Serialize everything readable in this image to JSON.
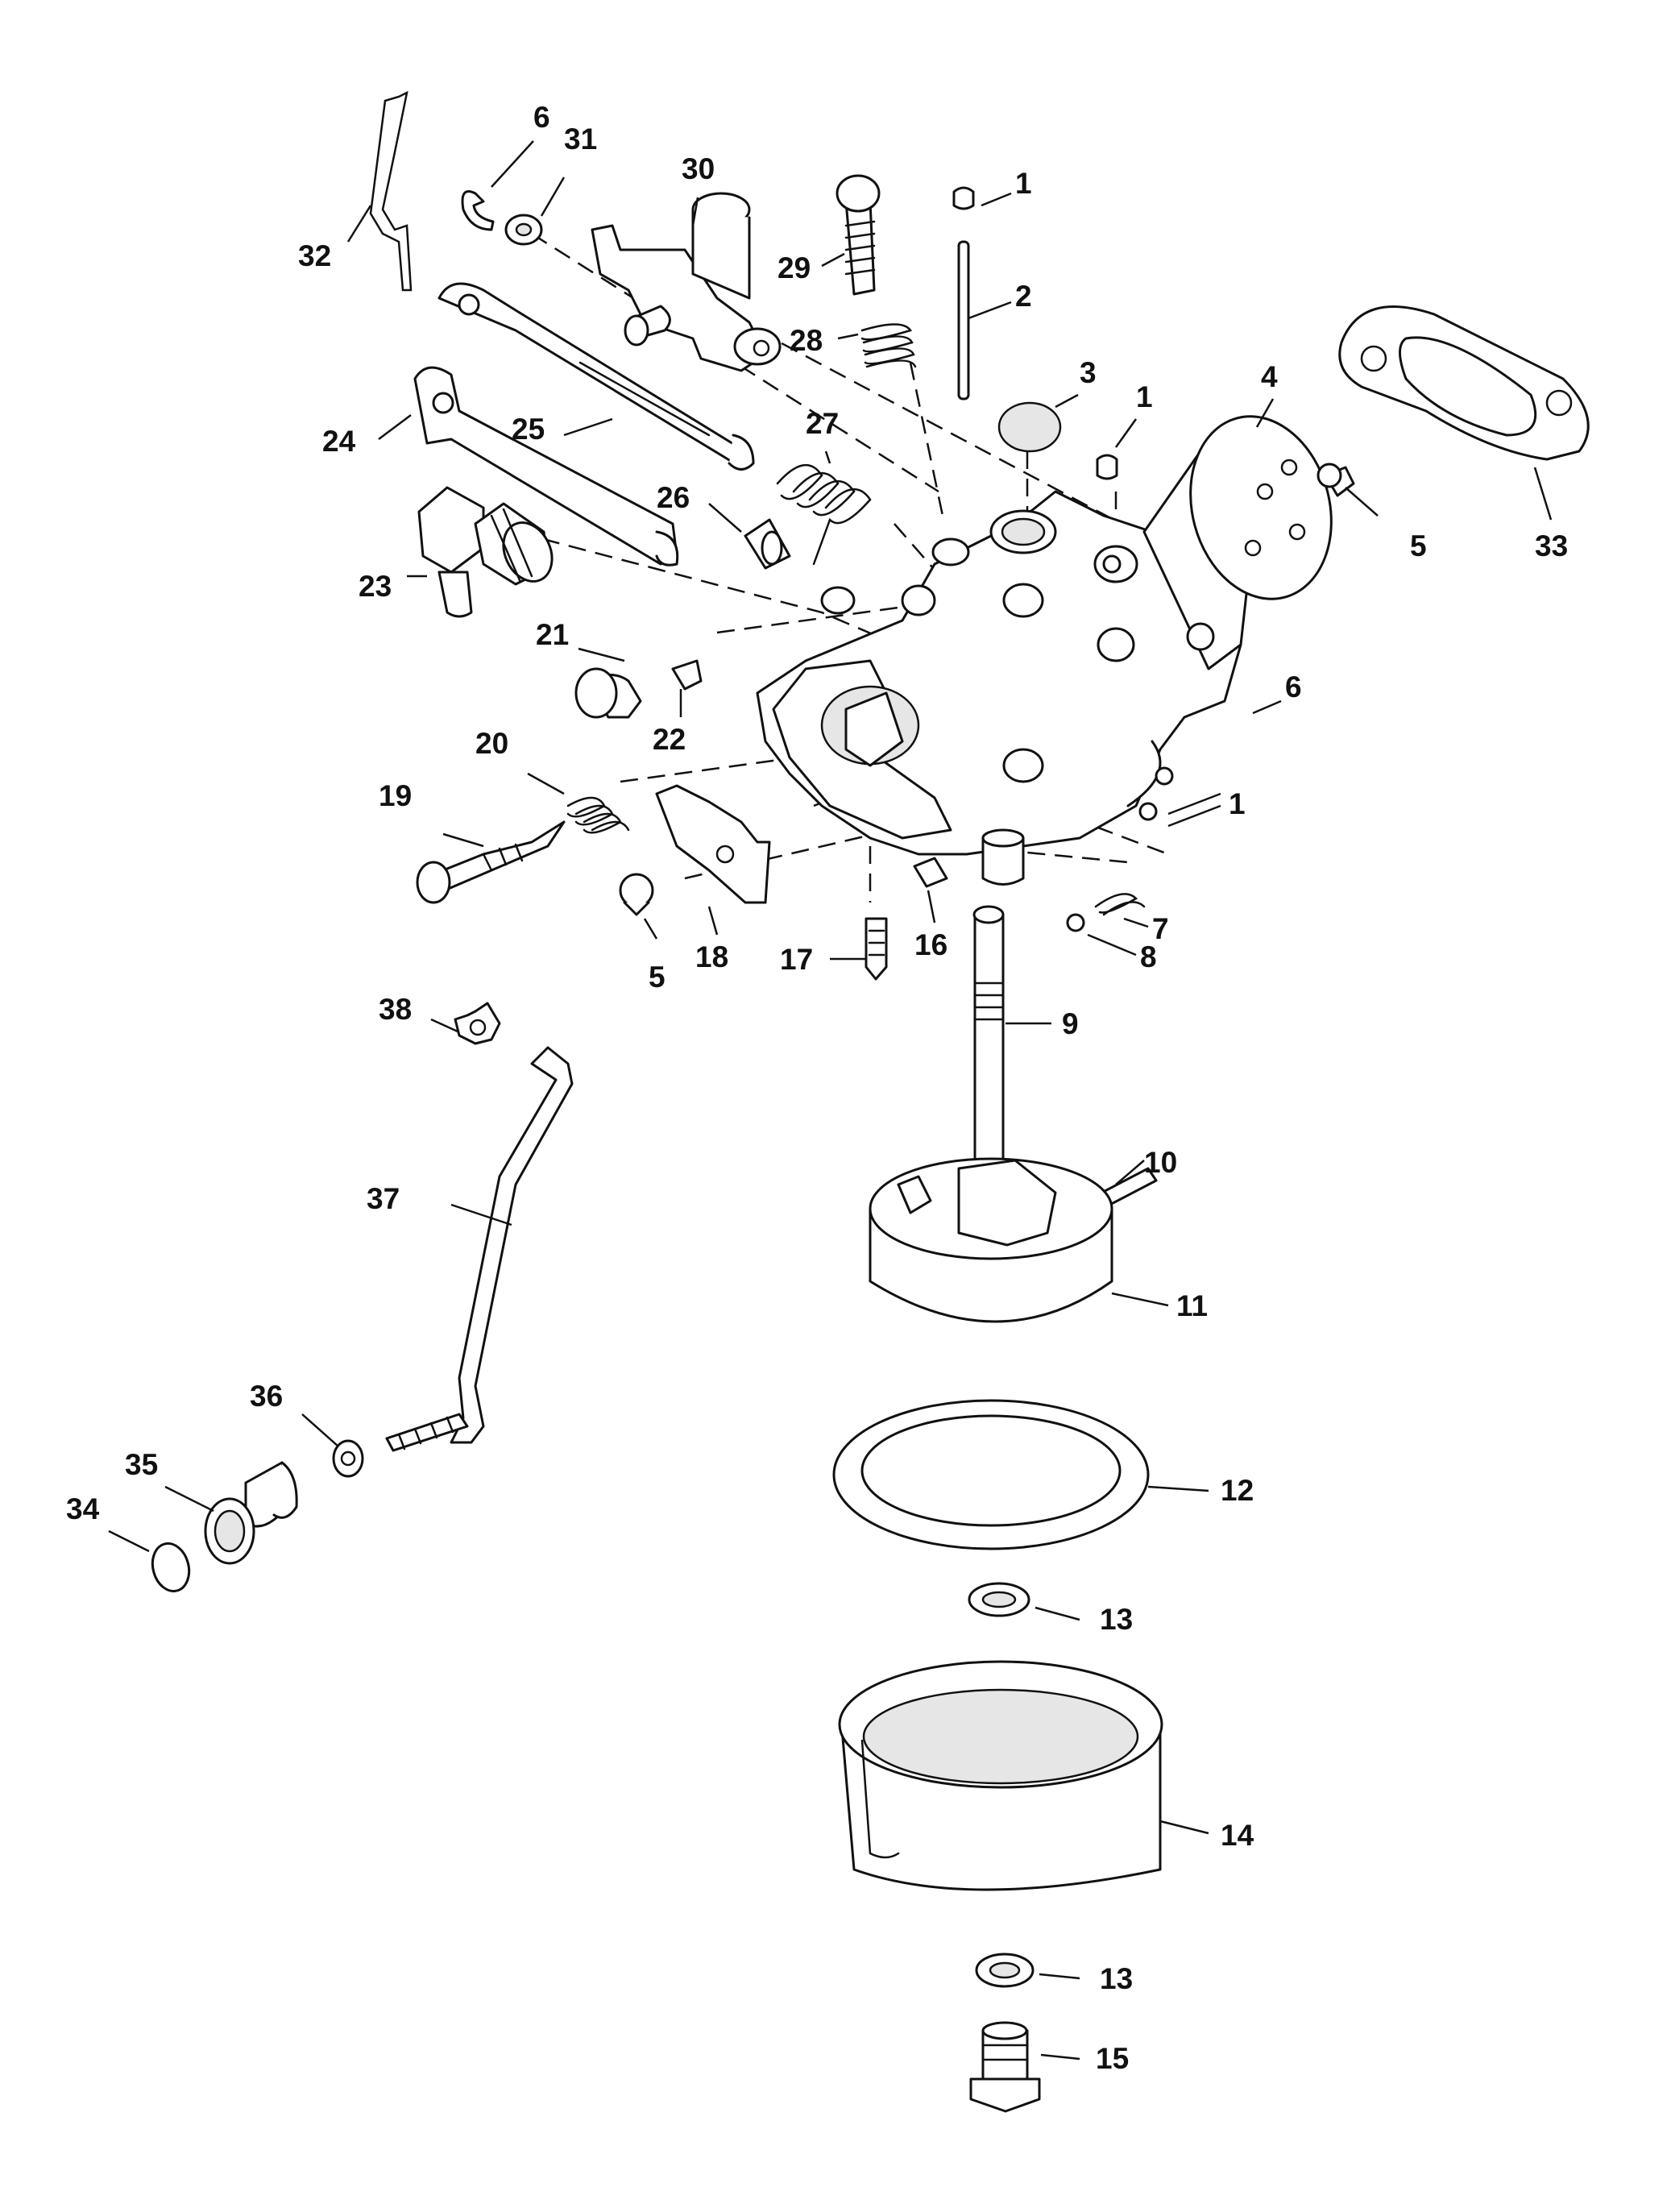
{
  "diagram": {
    "callouts": [
      "1",
      "2",
      "3",
      "1",
      "4",
      "33",
      "5",
      "6",
      "1",
      "32",
      "6",
      "31",
      "30",
      "29",
      "28",
      "27",
      "26",
      "25",
      "24",
      "23",
      "21",
      "22",
      "20",
      "19",
      "5",
      "18",
      "17",
      "16",
      "7",
      "8",
      "9",
      "10",
      "11",
      "12",
      "13",
      "14",
      "13",
      "15",
      "38",
      "37",
      "36",
      "35",
      "34"
    ]
  }
}
